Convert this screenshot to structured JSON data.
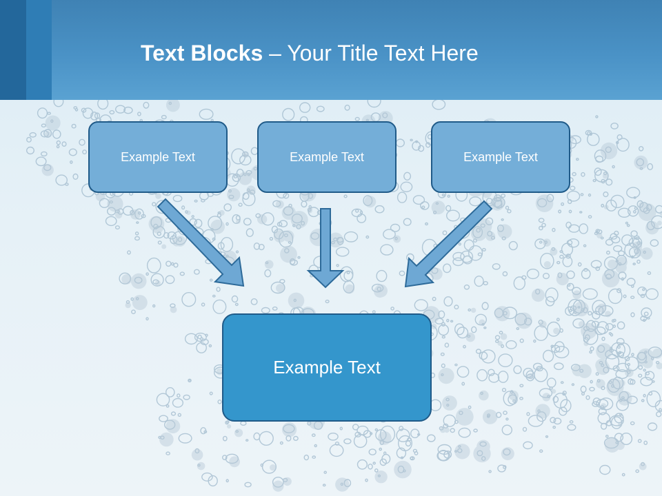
{
  "title": {
    "bold_part": "Text Blocks",
    "separator": " – ",
    "regular_part": "Your Title Text Here"
  },
  "diagram": {
    "top_boxes": [
      {
        "label": "Example Text"
      },
      {
        "label": "Example Text"
      },
      {
        "label": "Example Text"
      }
    ],
    "bottom_box": {
      "label": "Example Text"
    }
  },
  "colors": {
    "header": "#4a92c6",
    "header_stripe_dark": "#23679b",
    "header_stripe_mid": "#2f7db5",
    "small_box_fill": "#74aed8",
    "large_box_fill": "#3496cc",
    "box_border": "#1f5a88",
    "arrow_fill": "#6ea8d4",
    "arrow_stroke": "#2d6a99"
  }
}
